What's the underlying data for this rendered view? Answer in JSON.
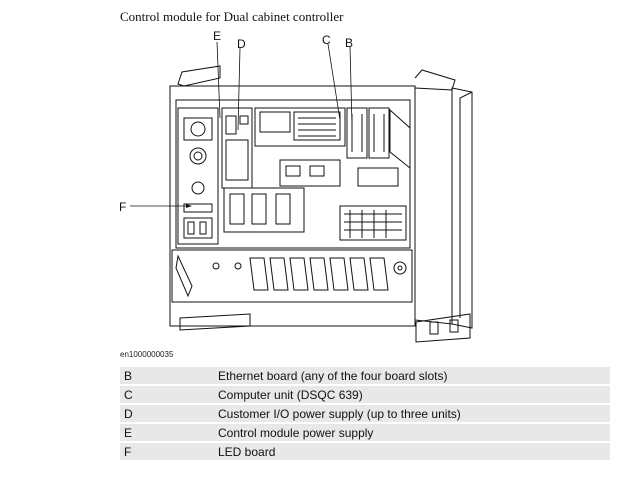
{
  "title": "Control module for Dual cabinet controller",
  "figure": {
    "callouts": {
      "e": "E",
      "d": "D",
      "c": "C",
      "b": "B",
      "f": "F"
    },
    "figure_id": "en1000000035"
  },
  "legend": [
    {
      "key": "B",
      "desc": "Ethernet board (any of the four board slots)"
    },
    {
      "key": "C",
      "desc": "Computer unit (DSQC 639)"
    },
    {
      "key": "D",
      "desc": "Customer I/O power supply (up to three units)"
    },
    {
      "key": "E",
      "desc": "Control module power supply"
    },
    {
      "key": "F",
      "desc": "LED board"
    }
  ]
}
